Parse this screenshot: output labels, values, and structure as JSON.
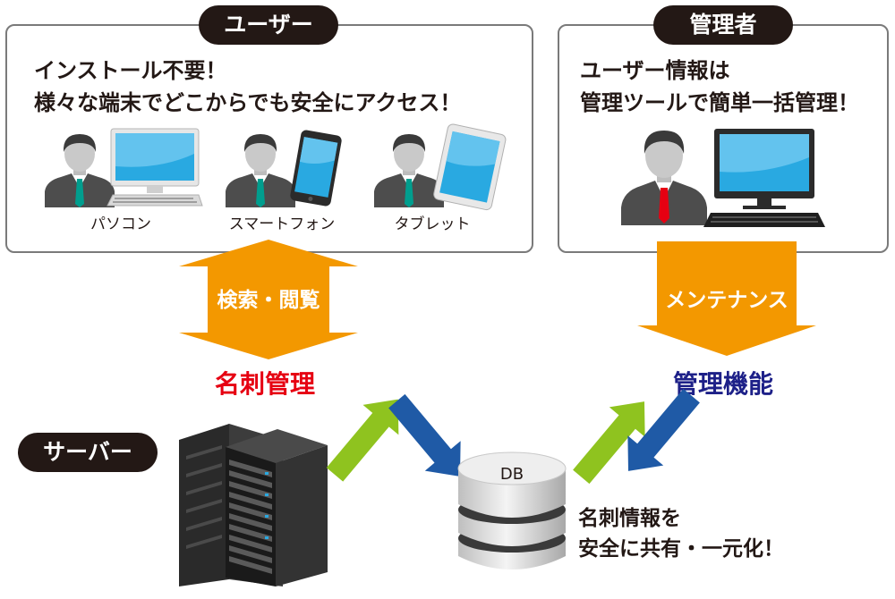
{
  "user_panel": {
    "badge": "ユーザー",
    "headline_line1": "インストール不要！",
    "headline_line2": "様々な端末でどこからでも安全にアクセス！",
    "devices": [
      {
        "label": "パソコン",
        "icon": "desktop-pc-icon"
      },
      {
        "label": "スマートフォン",
        "icon": "smartphone-icon"
      },
      {
        "label": "タブレット",
        "icon": "tablet-icon"
      }
    ]
  },
  "admin_panel": {
    "badge": "管理者",
    "headline_line1": "ユーザー情報は",
    "headline_line2": "管理ツールで簡単一括管理！",
    "icon": "admin-pc-icon"
  },
  "arrows": {
    "left_label": "検索・閲覧",
    "right_label": "メンテナンス"
  },
  "server_panel": {
    "badge": "サーバー",
    "meishi_label": "名刺管理",
    "kanri_label": "管理機能",
    "db_label": "DB",
    "note_line1": "名刺情報を",
    "note_line2": "安全に共有・一元化！",
    "icons": [
      "server-rack-icon",
      "database-icon"
    ]
  },
  "colors": {
    "orange": "#f39800",
    "red": "#e60012",
    "navy": "#1d2088",
    "green": "#8fc31f",
    "blue_arrow": "#1f5aa6",
    "dark": "#231815"
  }
}
